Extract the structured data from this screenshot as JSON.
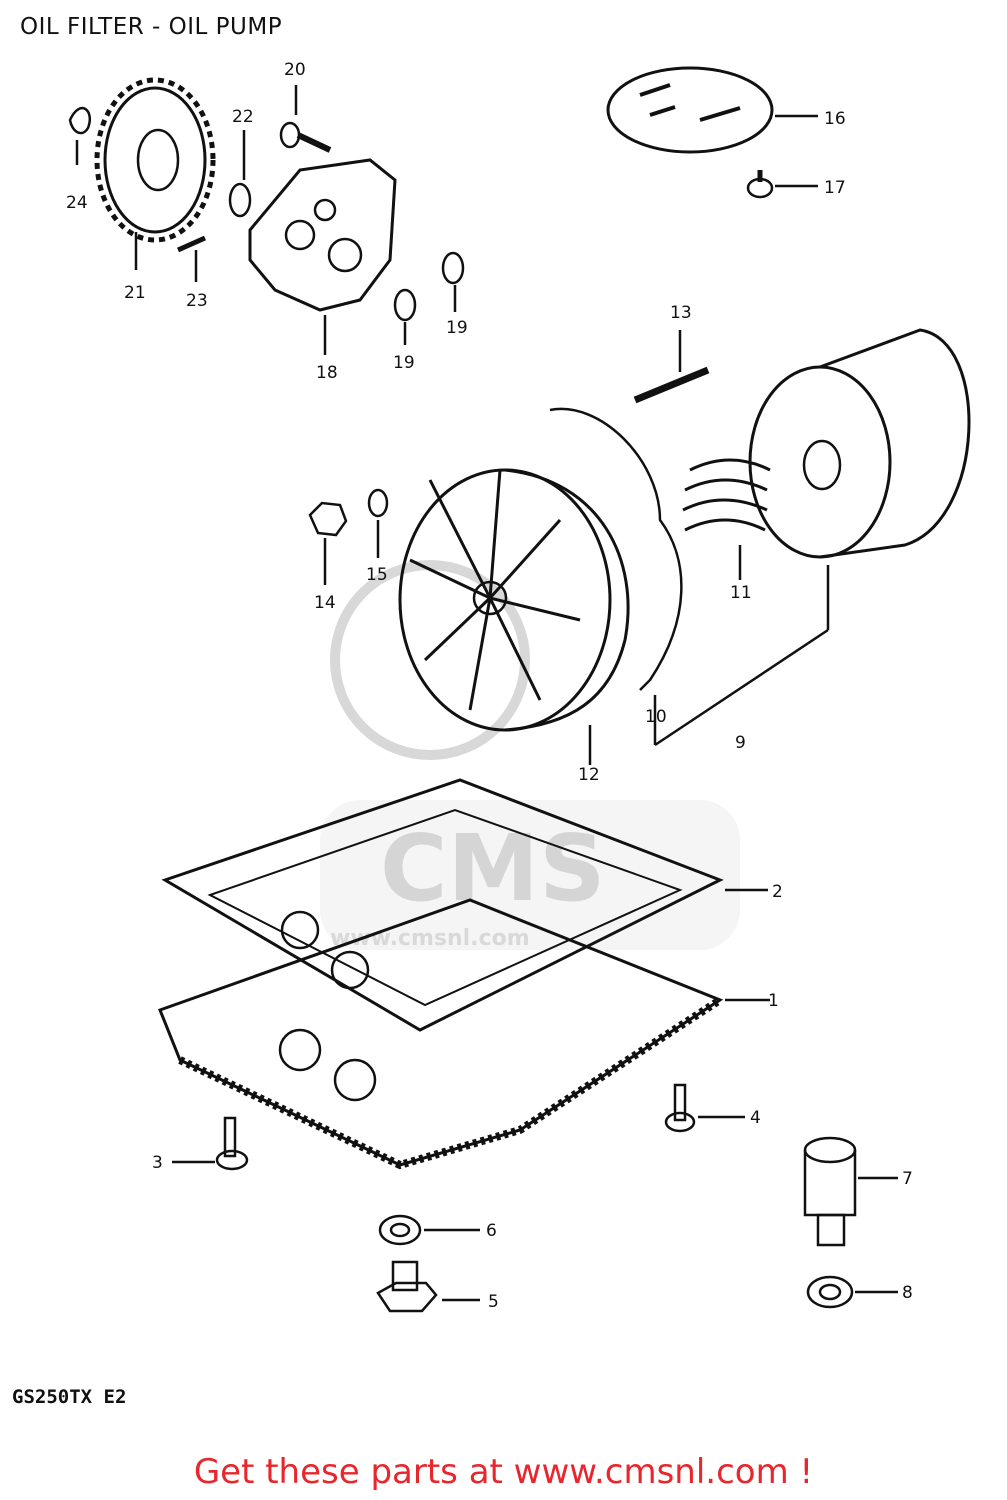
{
  "header": {
    "title": "OIL FILTER - OIL PUMP"
  },
  "footer": {
    "model": "GS250TX  E2",
    "cta": "Get these parts at www.cmsnl.com !"
  },
  "watermark": {
    "text": "CMS",
    "url": "www.cmsnl.com"
  },
  "callouts": {
    "c1": "1",
    "c2": "2",
    "c3": "3",
    "c4": "4",
    "c5": "5",
    "c6": "6",
    "c7": "7",
    "c8": "8",
    "c9": "9",
    "c10": "10",
    "c11": "11",
    "c12": "12",
    "c13": "13",
    "c14": "14",
    "c15": "15",
    "c16": "16",
    "c17": "17",
    "c18": "18",
    "c19a": "19",
    "c19b": "19",
    "c20": "20",
    "c21": "21",
    "c22": "22",
    "c23": "23",
    "c24": "24"
  },
  "colors": {
    "cta": "#e8262d",
    "line": "#111111",
    "watermark": "#d5d5d5"
  }
}
